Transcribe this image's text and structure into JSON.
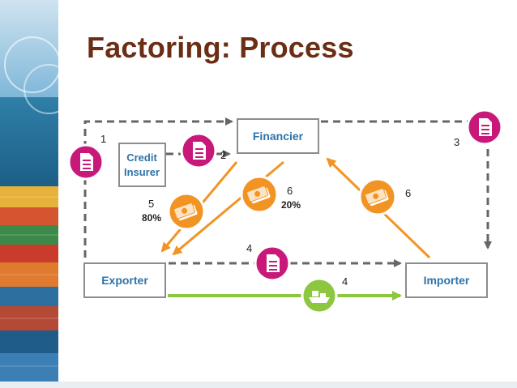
{
  "slide": {
    "title": "Factoring: Process"
  },
  "nodes": {
    "financier": "Financier",
    "credit_insurer": [
      "Credit",
      "Insurer"
    ],
    "exporter": "Exporter",
    "importer": "Importer"
  },
  "steps": {
    "s1": "1",
    "s2": "2",
    "s3": "3",
    "s4_doc": "4",
    "s4_ship": "4",
    "s5": "5",
    "s5_pct": "80%",
    "s6_mid": "6",
    "s6_mid_pct": "20%",
    "s6_right": "6"
  },
  "colors": {
    "title": "#6b2e14",
    "node_text": "#2f73a8",
    "document_icon": "#c8197a",
    "money_icon": "#f29423",
    "goods_flow": "#8dc63f",
    "dashed_flow": "#666666"
  },
  "icons": {
    "document": "document-icon",
    "money": "money-bill-icon",
    "ship": "cargo-ship-icon"
  }
}
